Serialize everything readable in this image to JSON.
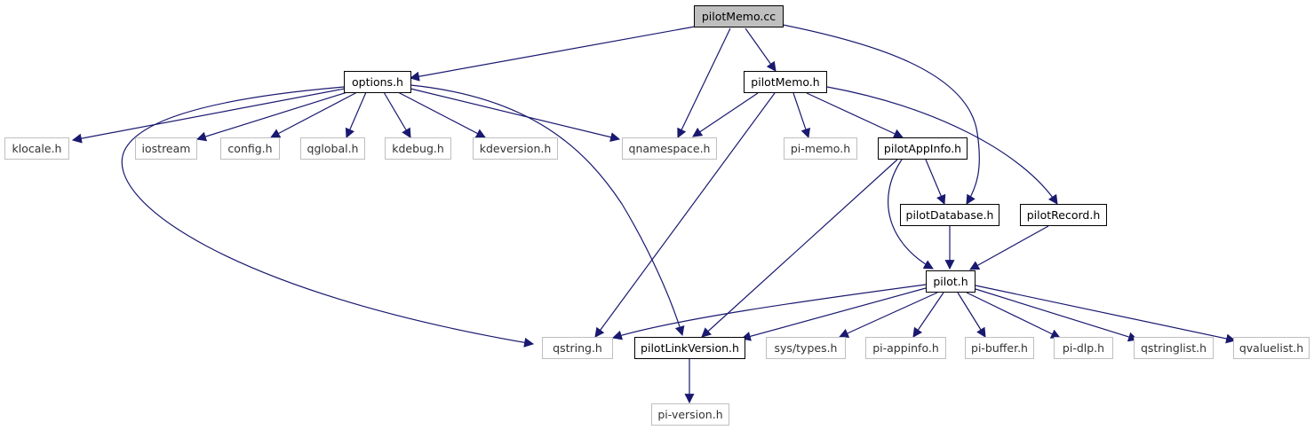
{
  "colors": {
    "edge": "#191970",
    "solid_border": "#000000",
    "faded_border": "#bfbfbf",
    "root_fill": "#bfbfbf"
  },
  "nodes": {
    "pilotMemo_cc": "pilotMemo.cc",
    "options_h": "options.h",
    "pilotMemo_h": "pilotMemo.h",
    "klocale_h": "klocale.h",
    "iostream": "iostream",
    "config_h": "config.h",
    "qglobal_h": "qglobal.h",
    "kdebug_h": "kdebug.h",
    "kdeversion_h": "kdeversion.h",
    "qnamespace_h": "qnamespace.h",
    "pi_memo_h": "pi-memo.h",
    "pilotAppInfo_h": "pilotAppInfo.h",
    "pilotDatabase_h": "pilotDatabase.h",
    "pilotRecord_h": "pilotRecord.h",
    "pilot_h": "pilot.h",
    "qstring_h": "qstring.h",
    "pilotLinkVersion_h": "pilotLinkVersion.h",
    "sys_types_h": "sys/types.h",
    "pi_appinfo_h": "pi-appinfo.h",
    "pi_buffer_h": "pi-buffer.h",
    "pi_dlp_h": "pi-dlp.h",
    "qstringlist_h": "qstringlist.h",
    "qvaluelist_h": "qvaluelist.h",
    "pi_version_h": "pi-version.h"
  }
}
